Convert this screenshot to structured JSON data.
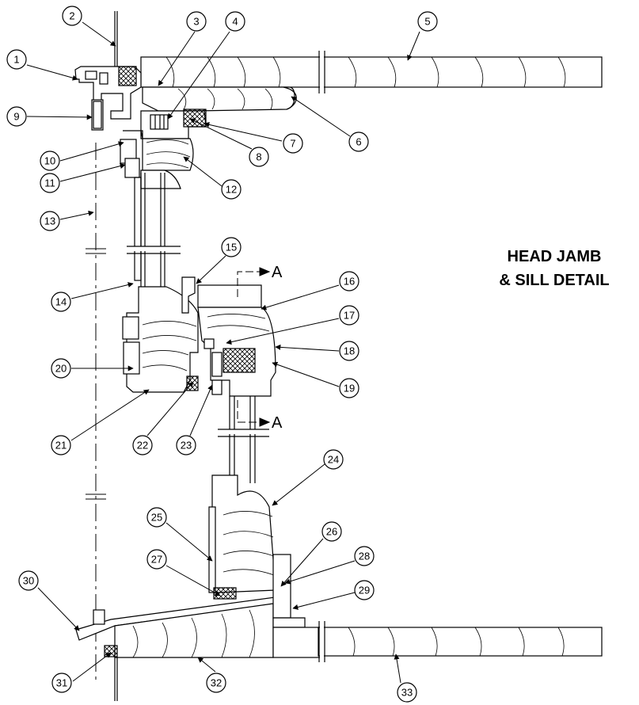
{
  "title": {
    "line1": "HEAD JAMB",
    "line2": "& SILL DETAIL"
  },
  "section": {
    "top": "A",
    "bottom": "A"
  },
  "callouts": [
    "1",
    "2",
    "3",
    "4",
    "5",
    "6",
    "7",
    "8",
    "9",
    "10",
    "11",
    "12",
    "13",
    "14",
    "15",
    "16",
    "17",
    "18",
    "19",
    "20",
    "21",
    "22",
    "23",
    "24",
    "25",
    "26",
    "27",
    "28",
    "29",
    "30",
    "31",
    "32",
    "33"
  ]
}
